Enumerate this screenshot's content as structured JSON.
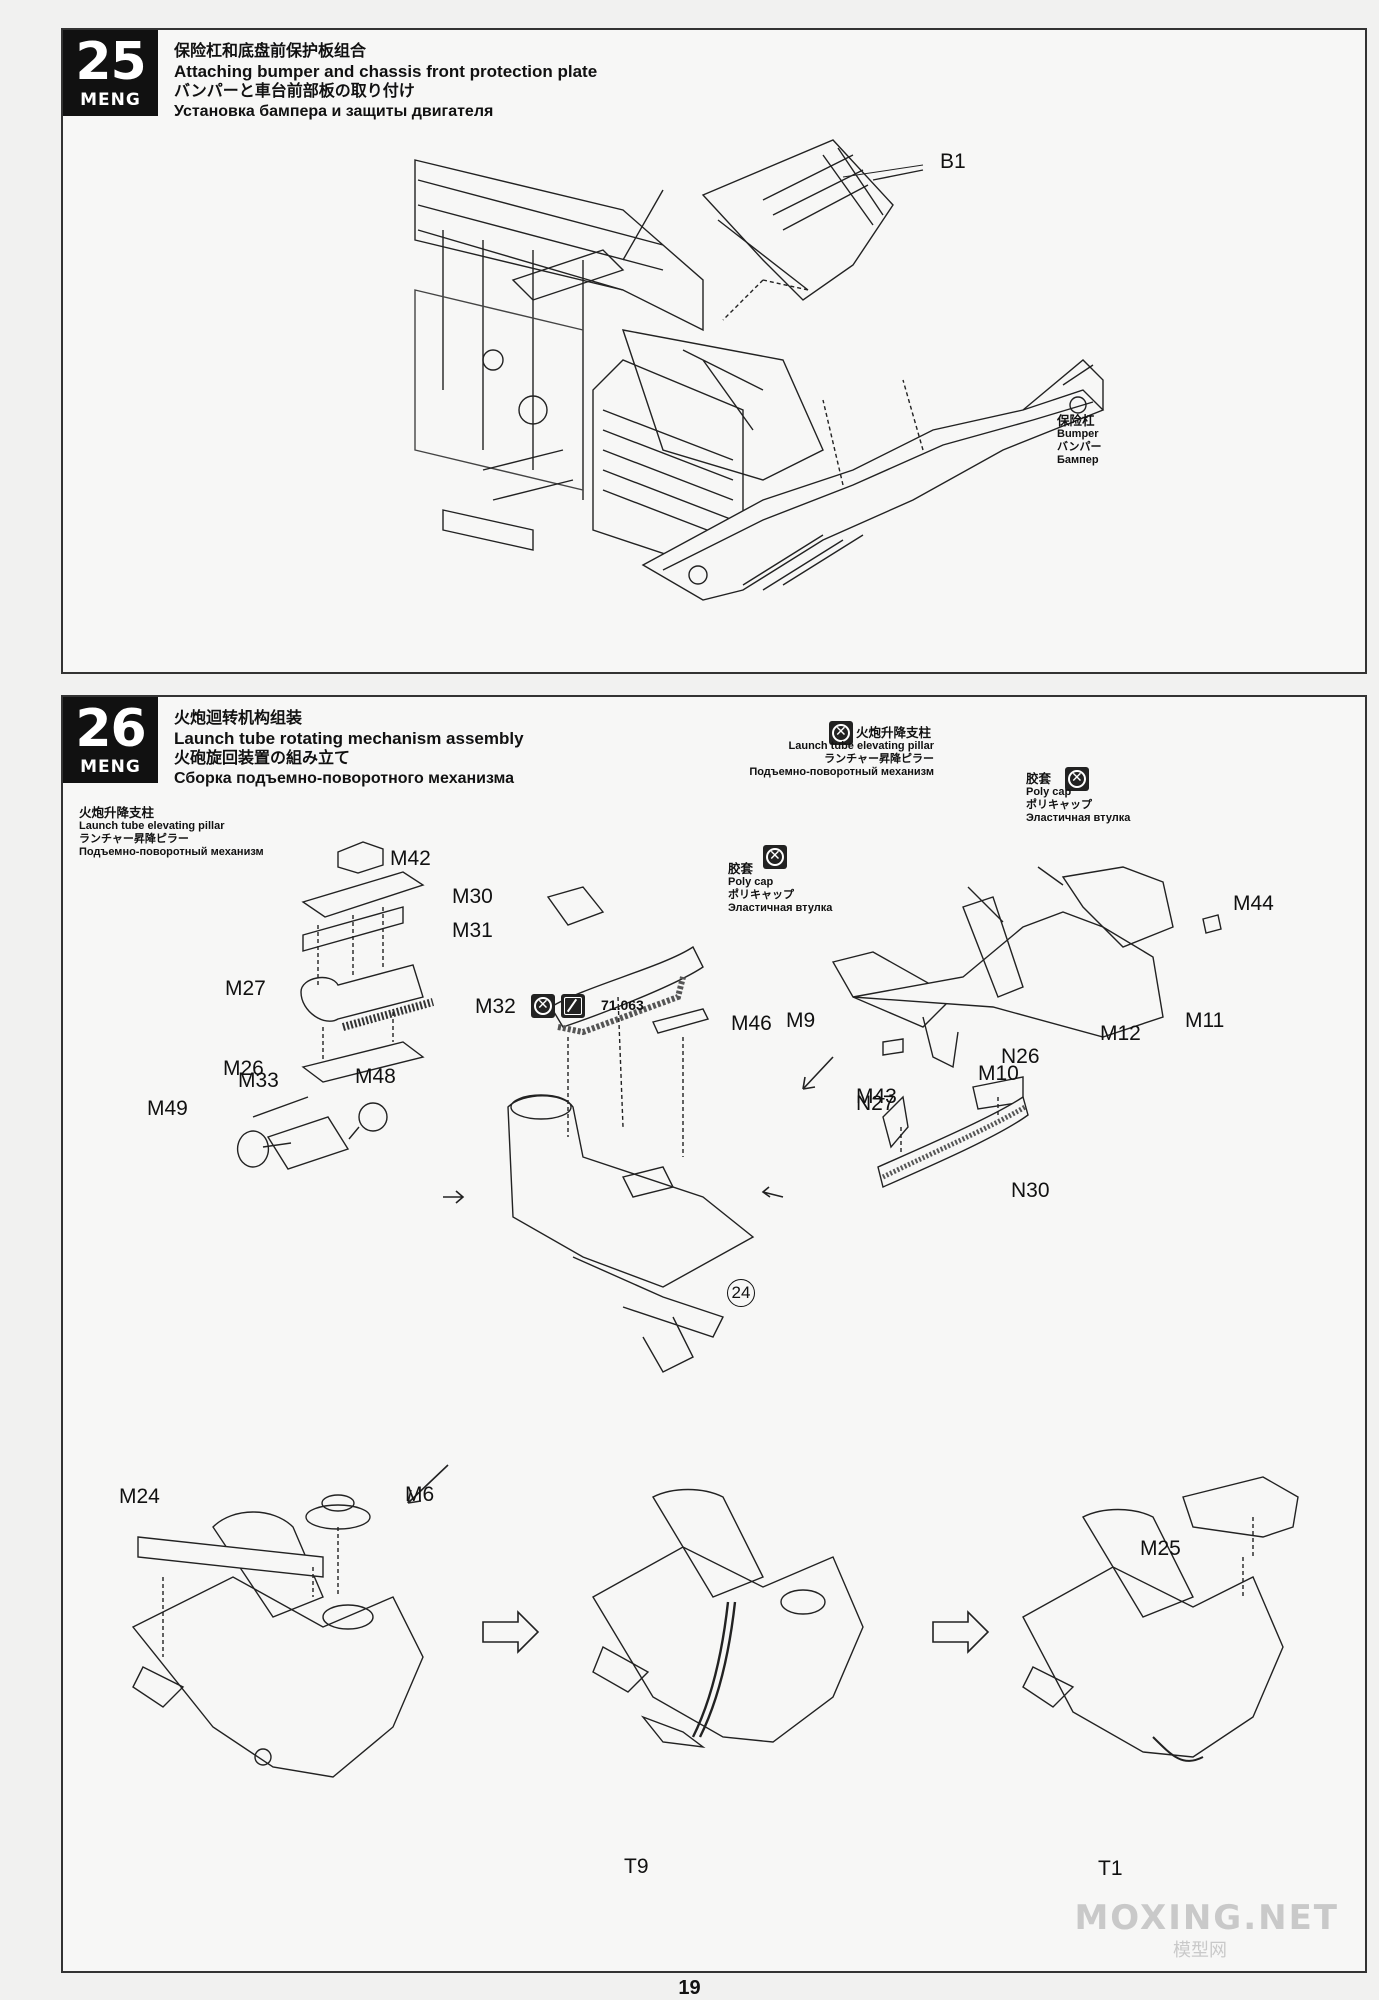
{
  "step25": {
    "number": "25",
    "brand": "MENG",
    "title_zh": "保险杠和底盘前保护板组合",
    "title_en": "Attaching bumper and chassis front protection plate",
    "title_ja": "バンパーと車台前部板の取り付け",
    "title_ru": "Установка бампера и защиты двигателя",
    "part_b1": "B1",
    "bumper_note": {
      "zh": "保险杠",
      "en": "Bumper",
      "ja": "バンパー",
      "ru": "Бампер"
    }
  },
  "step26": {
    "number": "26",
    "brand": "MENG",
    "title_zh": "火炮迴转机构组装",
    "title_en": "Launch tube rotating mechanism assembly",
    "title_ja": "火砲旋回装置の組み立て",
    "title_ru": "Сборка подъемно-поворотного механизма",
    "pillar_note_left": {
      "zh": "火炮升降支柱",
      "en": "Launch tube elevating pillar",
      "ja": "ランチャー昇降ピラー",
      "ru": "Подъемно-поворотный механизм"
    },
    "pillar_note_top": {
      "zh": "火炮升降支柱",
      "en": "Launch tube elevating pillar",
      "ja": "ランチャー昇降ピラー",
      "ru": "Подъемно-поворотный механизм"
    },
    "polycap_note_a": {
      "zh": "胶套",
      "en": "Poly cap",
      "ja": "ポリキャップ",
      "ru": "Эластичная втулка"
    },
    "polycap_note_b": {
      "zh": "胶套",
      "en": "Poly cap",
      "ja": "ポリキャップ",
      "ru": "Эластичная втулка"
    },
    "paint_code": "71.063",
    "ref_step": "24",
    "parts": {
      "m42": "M42",
      "m30": "M30",
      "m31": "M31",
      "m27": "M27",
      "m32": "M32",
      "m26": "M26",
      "m33": "M33",
      "m48": "M48",
      "m49": "M49",
      "m46": "M46",
      "n27": "N27",
      "n26": "N26",
      "n30": "N30",
      "m44": "M44",
      "m9": "M9",
      "m10": "M10",
      "m12": "M12",
      "m11": "M11",
      "m43": "M43",
      "m24": "M24",
      "m6": "M6",
      "t9": "T9",
      "m25": "M25",
      "t1": "T1"
    }
  },
  "watermark": {
    "site": "MOXING.NET",
    "sub": "模型网"
  },
  "page_number": "19"
}
